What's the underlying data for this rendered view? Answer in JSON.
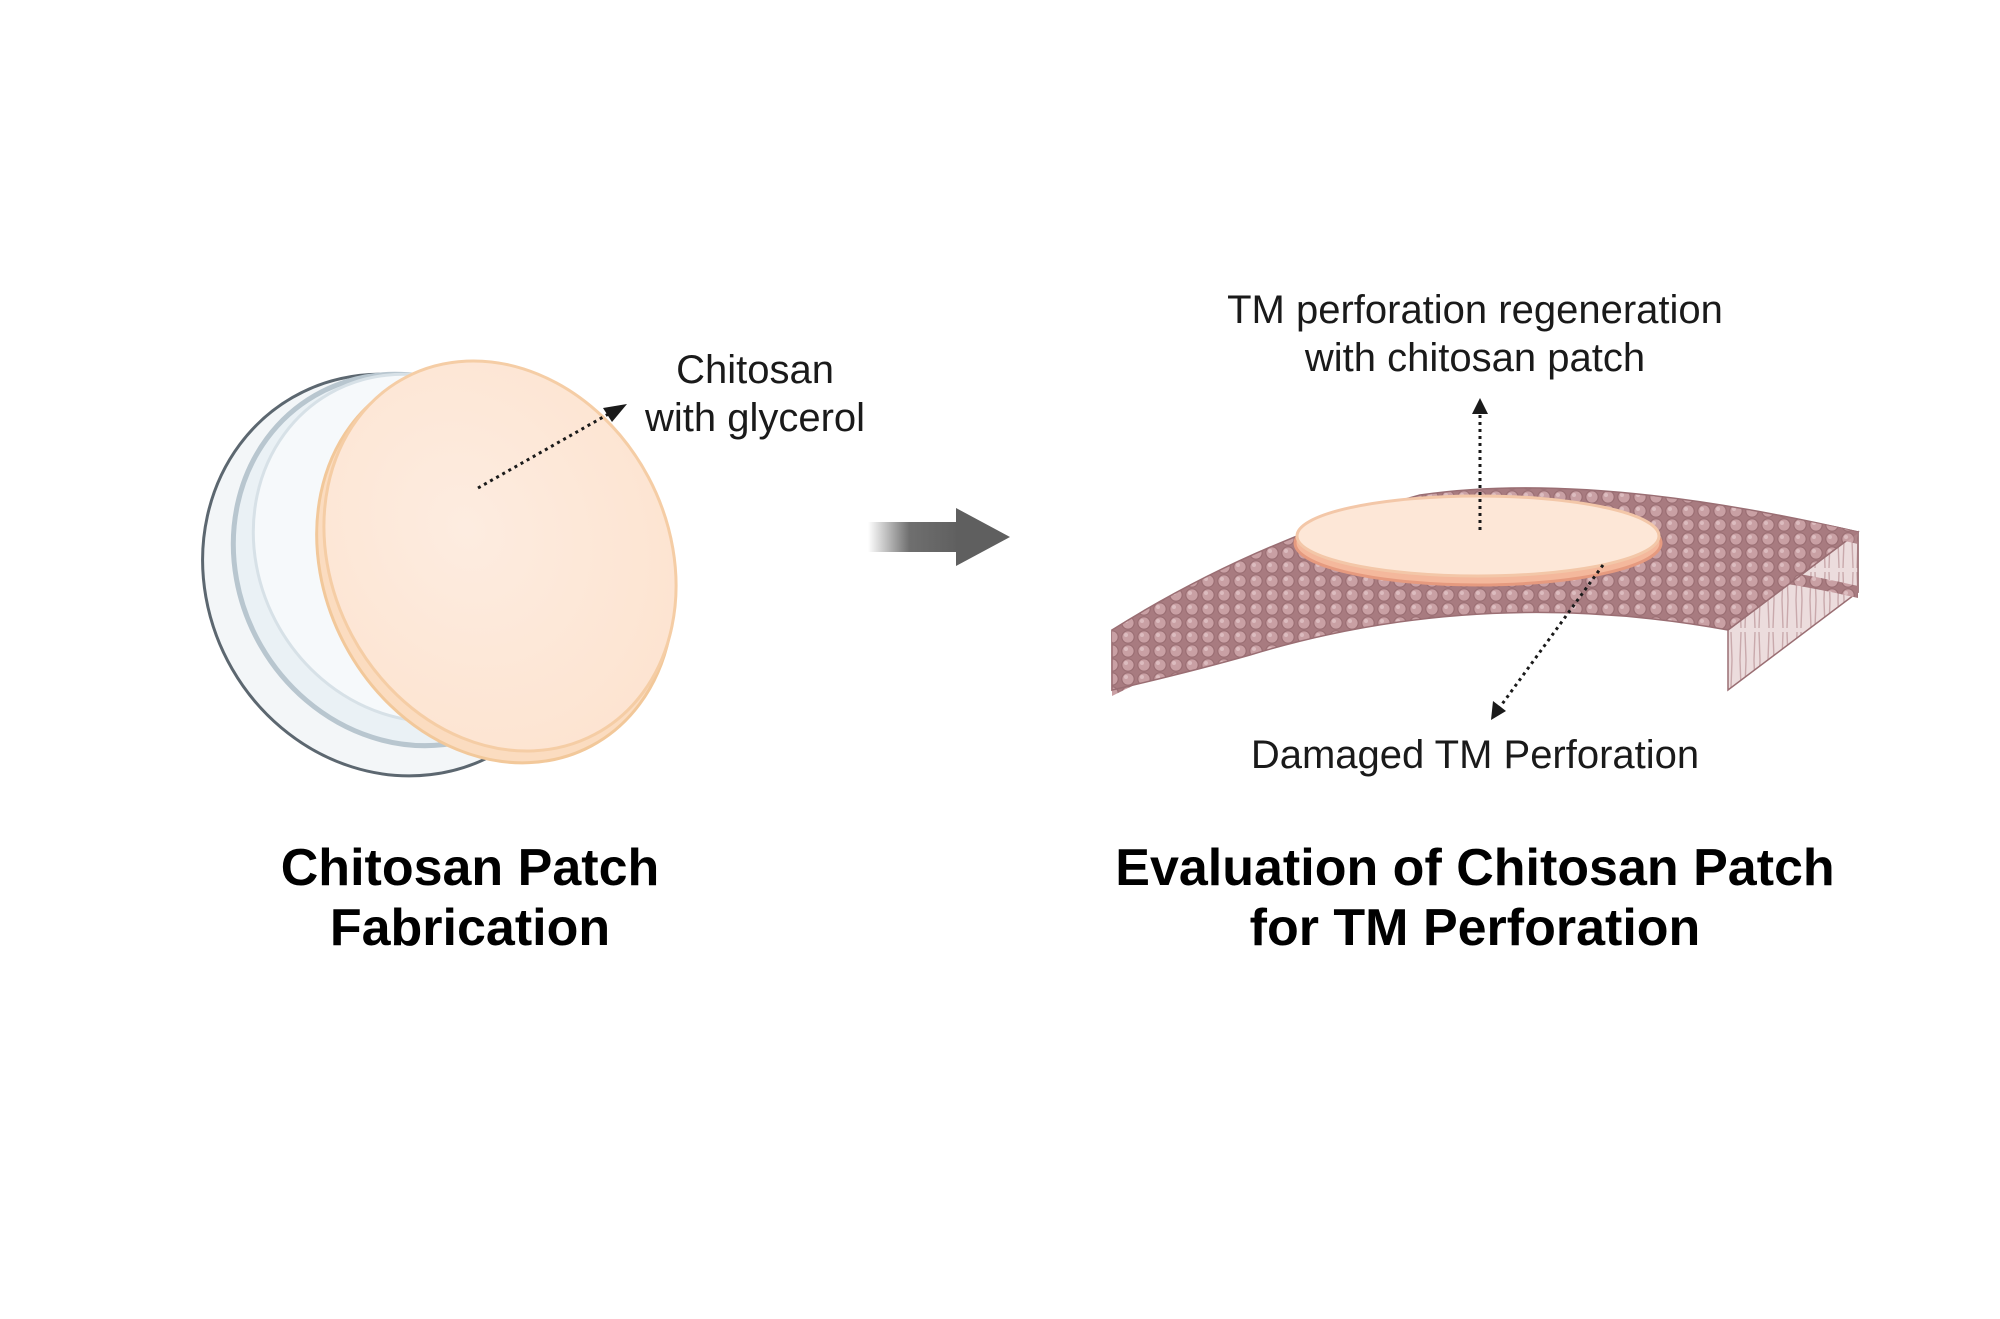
{
  "left_panel": {
    "annotation": {
      "line1": "Chitosan",
      "line2": "with glycerol"
    },
    "caption": {
      "line1": "Chitosan Patch",
      "line2": "Fabrication"
    }
  },
  "right_panel": {
    "top_annotation": {
      "line1": "TM perforation regeneration",
      "line2": "with chitosan patch"
    },
    "bottom_annotation": "Damaged TM Perforation",
    "caption": {
      "line1": "Evaluation of Chitosan Patch",
      "line2": "for TM Perforation"
    }
  },
  "colors": {
    "patch_fill": "#fde9d8",
    "patch_edge": "#f7cfa3",
    "dish_edge": "#5c6770",
    "dish_fill": "#eef3f6",
    "membrane_head": "#b98a8e",
    "membrane_tail": "#e8d5d7",
    "arrow": "#5f5f5f"
  }
}
